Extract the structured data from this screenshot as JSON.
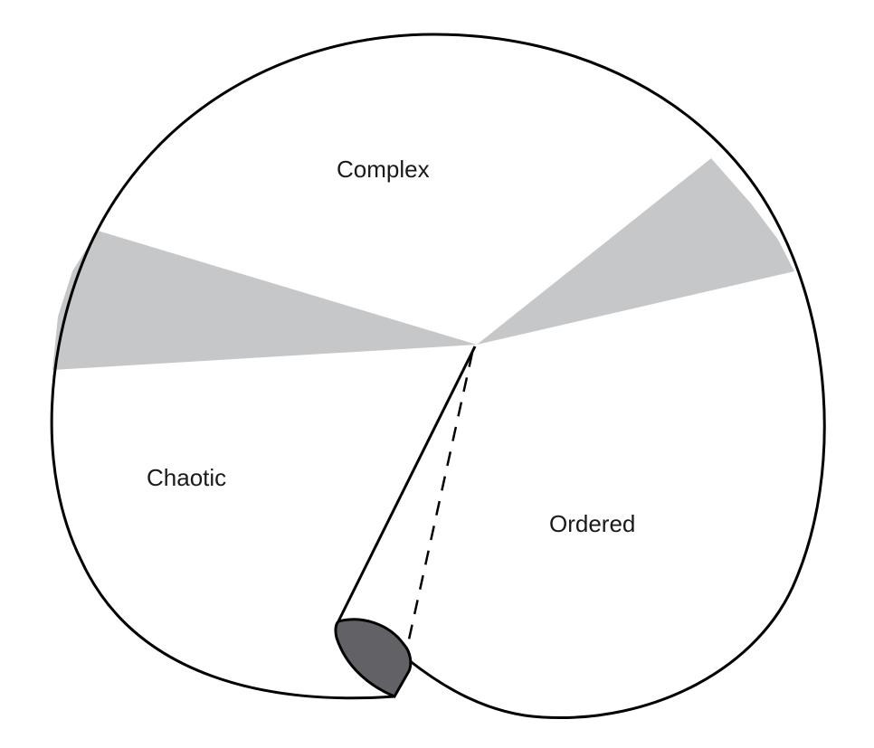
{
  "diagram": {
    "type": "domain-circle",
    "regions": [
      {
        "id": "complex",
        "label": "Complex"
      },
      {
        "id": "chaotic",
        "label": "Chaotic"
      },
      {
        "id": "ordered",
        "label": "Ordered"
      }
    ],
    "colors": {
      "outline": "#000000",
      "boundary_wedge": "#c6c7c9",
      "cliff_fold": "#626266",
      "background": "#ffffff"
    }
  }
}
